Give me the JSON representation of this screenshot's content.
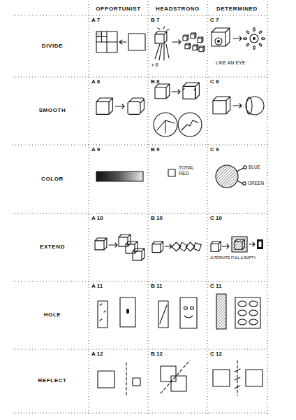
{
  "diagram": {
    "labels": [
      "OPPORTUNIST",
      "HEADSTRONG",
      "DETERMINED",
      "DIVIDE",
      "SMOOTH",
      "COLOR",
      "EXTEND",
      "HOLE",
      "REFLECT",
      "A 7",
      "B 7",
      "C 7",
      "A 8",
      "B 8",
      "C 8",
      "A 9",
      "B 9",
      "C 9",
      "A 10",
      "B 10",
      "C 10",
      "A 11",
      "B 11",
      "C 11",
      "A 12",
      "B 12",
      "C 12",
      "x 8",
      "LIKE AN EYE",
      "TOTAL RED",
      "BLUE",
      "GREEN",
      "ALTERNATE FULL & EMPTY"
    ]
  }
}
